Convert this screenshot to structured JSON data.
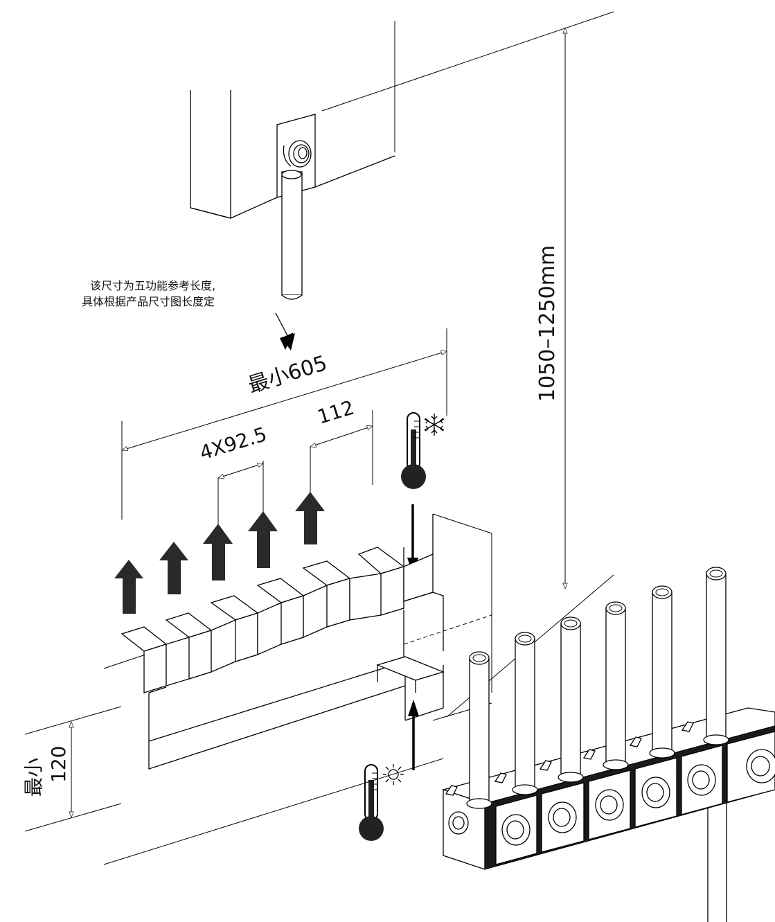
{
  "note": {
    "line1": "该尺寸为五功能参考长度,",
    "line2": "具体根据产品尺寸图长度定"
  },
  "dimensions": {
    "total_min": "最小605",
    "spacing": "4X92.5",
    "last_spacing": "112",
    "height_range": "1050–1250mm",
    "depth_min_label": "最小",
    "depth_min_value": "120"
  },
  "icons": {
    "cold": "thermometer-snowflake",
    "hot": "thermometer-sun"
  },
  "colors": {
    "line": "#000000",
    "arrow": "#2a2a2a",
    "background": "#ffffff"
  }
}
